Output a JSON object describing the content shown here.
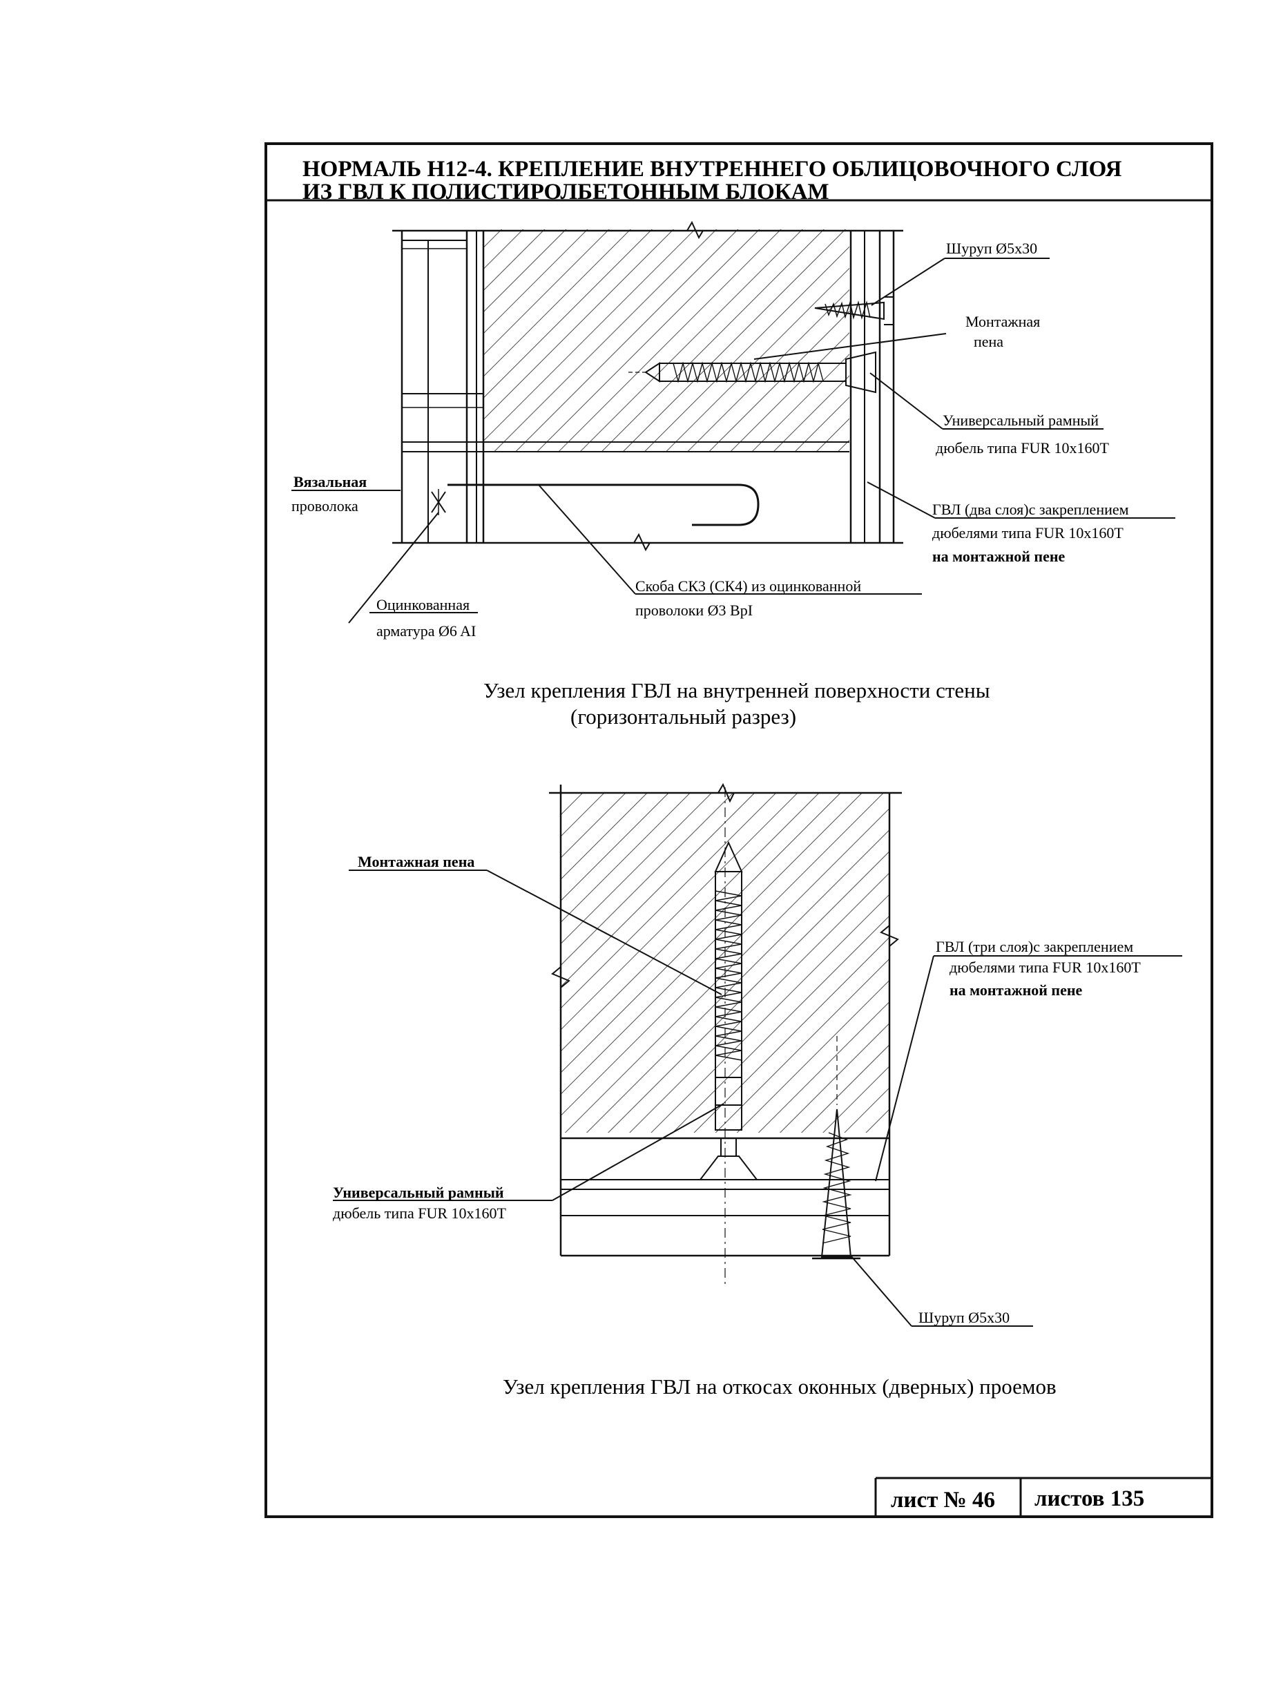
{
  "document": {
    "title_line1": "НОРМАЛЬ Н12-4. КРЕПЛЕНИЕ ВНУТРЕННЕГО ОБЛИЦОВОЧНОГО  СЛОЯ",
    "title_line2": "ИЗ ГВЛ  К  ПОЛИСТИРОЛБЕТОННЫМ БЛОКАМ",
    "sheet_label": "лист № 46",
    "sheets_total_label": "листов 135"
  },
  "figure1": {
    "caption_line1": "Узел крепления ГВЛ на внутренней поверхности стены",
    "caption_line2": "(горизонтальный разрез)",
    "labels": {
      "screw": "Шуруп Ø5х30",
      "foam_line1": "Монтажная",
      "foam_line2": "пена",
      "dowel_line1": "Универсальный рамный",
      "dowel_line2": "дюбель типа FUR 10х160T",
      "wire_line1": "Вязальная",
      "wire_line2": "проволока",
      "gvl_line1": "ГВЛ (два слоя)с закреплением",
      "gvl_line2": "дюбелями типа FUR 10x160T",
      "gvl_line3": "на монтажной пене",
      "rebar_line1": "Оцинкованная",
      "rebar_line2": "арматура Ø6 AI",
      "bracket_line1": "Скоба СК3 (СК4) из оцинкованной",
      "bracket_line2": "проволоки Ø3 BpI"
    }
  },
  "figure2": {
    "caption": "Узел крепления ГВЛ на откосах оконных (дверных) проемов",
    "labels": {
      "foam": "Монтажная пена",
      "gvl_line1": "ГВЛ (три слоя)с закреплением",
      "gvl_line2": "дюбелями типа FUR 10x160T",
      "gvl_line3": "на монтажной пене",
      "dowel_line1": "Универсальный рамный",
      "dowel_line2": "дюбель типа FUR 10x160T",
      "screw": "Шуруп Ø5х30"
    }
  }
}
